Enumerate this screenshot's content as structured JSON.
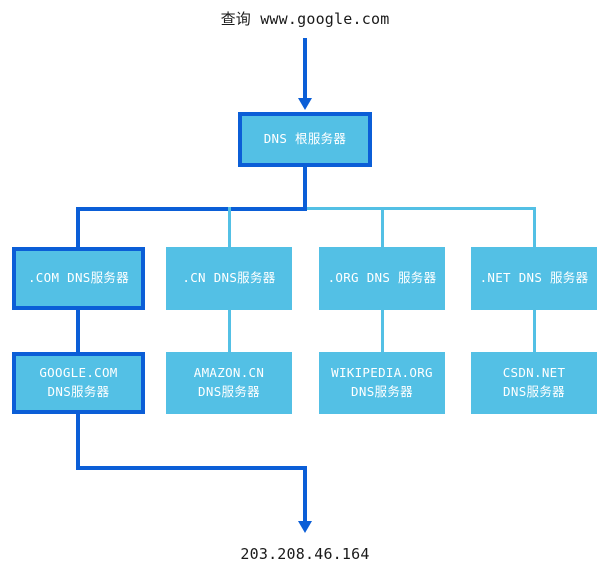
{
  "diagram": {
    "query_label": "查询 www.google.com",
    "result_label": "203.208.46.164",
    "colors": {
      "node_fill": "#53c0e5",
      "highlight_stroke": "#0b5ed7",
      "normal_stroke": "#53c0e5",
      "node_text": "#ffffff",
      "label_text": "#1a1a1a",
      "background": "#ffffff"
    },
    "root": {
      "label": "DNS 根服务器",
      "highlighted": true
    },
    "tld_level": [
      {
        "label": ".COM DNS服务器",
        "highlighted": true
      },
      {
        "label": ".CN DNS服务器",
        "highlighted": false
      },
      {
        "label": ".ORG DNS 服务器",
        "highlighted": false
      },
      {
        "label": ".NET DNS 服务器",
        "highlighted": false
      }
    ],
    "authoritative_level": [
      {
        "line1": "GOOGLE.COM",
        "line2": "DNS服务器",
        "highlighted": true
      },
      {
        "line1": "AMAZON.CN",
        "line2": "DNS服务器",
        "highlighted": false
      },
      {
        "line1": "WIKIPEDIA.ORG",
        "line2": "DNS服务器",
        "highlighted": false
      },
      {
        "line1": "CSDN.NET",
        "line2": "DNS服务器",
        "highlighted": false
      }
    ]
  }
}
